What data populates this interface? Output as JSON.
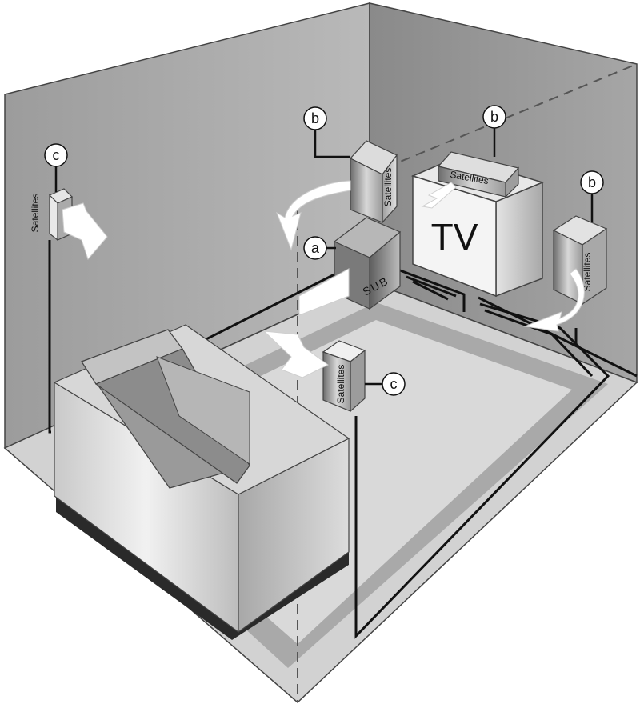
{
  "diagram": {
    "labels": {
      "satellites": "Satellites",
      "sub": "SUB",
      "tv": "TV"
    },
    "callouts": {
      "a": "a",
      "b": "b",
      "c": "c"
    }
  }
}
